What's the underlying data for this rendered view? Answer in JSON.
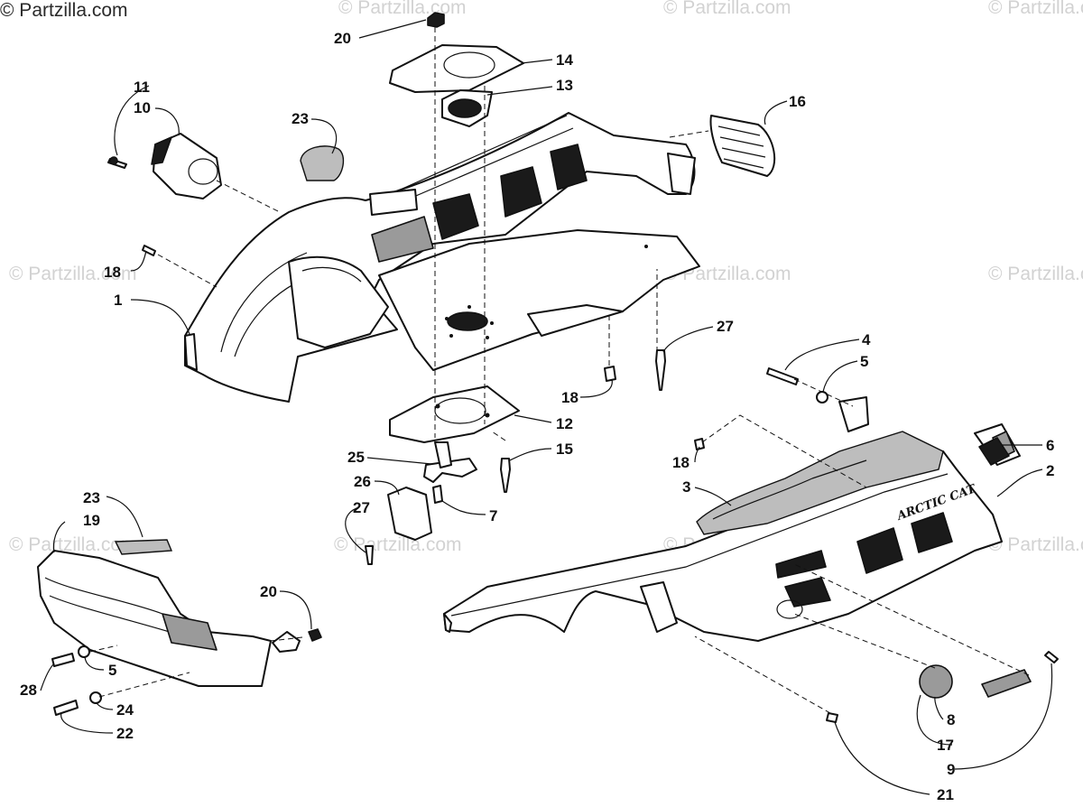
{
  "watermark": {
    "main": "© Partzilla.com",
    "faded": "© Partzilla.com"
  },
  "decal_text": "ARCTIC CAT",
  "callouts": [
    {
      "id": "c20a",
      "label": "20"
    },
    {
      "id": "c14",
      "label": "14"
    },
    {
      "id": "c13",
      "label": "13"
    },
    {
      "id": "c11",
      "label": "11"
    },
    {
      "id": "c10",
      "label": "10"
    },
    {
      "id": "c23a",
      "label": "23"
    },
    {
      "id": "c16",
      "label": "16"
    },
    {
      "id": "c18a",
      "label": "18"
    },
    {
      "id": "c1",
      "label": "1"
    },
    {
      "id": "c27a",
      "label": "27"
    },
    {
      "id": "c4",
      "label": "4"
    },
    {
      "id": "c5a",
      "label": "5"
    },
    {
      "id": "c18b",
      "label": "18"
    },
    {
      "id": "c12",
      "label": "12"
    },
    {
      "id": "c15",
      "label": "15"
    },
    {
      "id": "c25",
      "label": "25"
    },
    {
      "id": "c26",
      "label": "26"
    },
    {
      "id": "c7",
      "label": "7"
    },
    {
      "id": "c27b",
      "label": "27"
    },
    {
      "id": "c6",
      "label": "6"
    },
    {
      "id": "c18c",
      "label": "18"
    },
    {
      "id": "c2",
      "label": "2"
    },
    {
      "id": "c3",
      "label": "3"
    },
    {
      "id": "c23b",
      "label": "23"
    },
    {
      "id": "c19",
      "label": "19"
    },
    {
      "id": "c20b",
      "label": "20"
    },
    {
      "id": "c5b",
      "label": "5"
    },
    {
      "id": "c28",
      "label": "28"
    },
    {
      "id": "c24",
      "label": "24"
    },
    {
      "id": "c22",
      "label": "22"
    },
    {
      "id": "c8",
      "label": "8"
    },
    {
      "id": "c17",
      "label": "17"
    },
    {
      "id": "c9",
      "label": "9"
    },
    {
      "id": "c21",
      "label": "21"
    }
  ]
}
